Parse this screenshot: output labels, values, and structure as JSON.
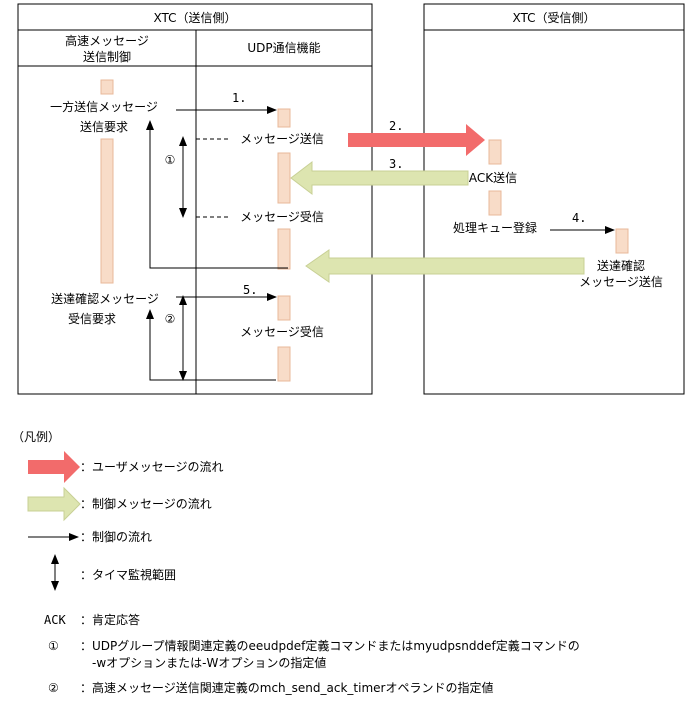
{
  "sender": {
    "title": "XTC（送信側）",
    "col_left": [
      "高速メッセージ",
      "送信制御"
    ],
    "col_right": "UDP通信機能"
  },
  "receiver": {
    "title": "XTC（受信側）"
  },
  "labels": {
    "oneway_req": [
      "一方送信メッセージ",
      "送信要求"
    ],
    "msg_send": "メッセージ送信",
    "msg_recv": "メッセージ受信",
    "ack_send": "ACK送信",
    "queue_reg": "処理キュー登録",
    "confirm_send": [
      "送達確認",
      "メッセージ送信"
    ],
    "confirm_recv_req": [
      "送達確認メッセージ",
      "受信要求"
    ],
    "msg_recv2": "メッセージ受信",
    "circle1": "①",
    "circle2": "②"
  },
  "steps": {
    "s1": "1.",
    "s2": "2.",
    "s3": "3.",
    "s4": "4.",
    "s5": "5."
  },
  "colors": {
    "user_flow": "#f26b6b",
    "ctrl_flow": "#dde5b0",
    "box": "#f8dcc8",
    "box_border": "#e8b89a"
  },
  "legend": {
    "title": "（凡例）",
    "user_flow": "：ユーザメッセージの流れ",
    "ctrl_flow": "：制御メッセージの流れ",
    "ctrl": "：制御の流れ",
    "timer": "：タイマ監視範囲",
    "ack_key": "ACK",
    "ack_desc": "：肯定応答",
    "c1_key": "①",
    "c1_line1": "：UDPグループ情報関連定義のeeudpdef定義コマンドまたはmyudpsnddef定義コマンドの",
    "c1_line2": "-wオプションまたは-Wオプションの指定値",
    "c2_key": "②",
    "c2_desc": "：高速メッセージ送信関連定義のmch_send_ack_timerオペランドの指定値"
  }
}
